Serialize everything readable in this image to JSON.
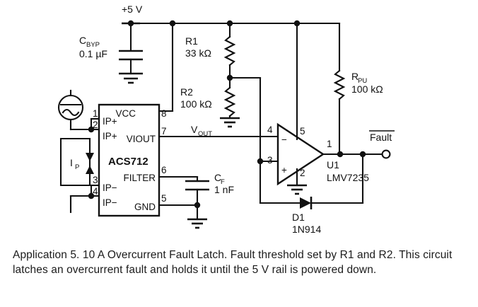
{
  "diagram": {
    "title_present": false,
    "supply": {
      "label": "+5 V"
    },
    "components": {
      "cbyp": {
        "ref": "C",
        "ref_sub": "BYP",
        "value": "0.1 µF"
      },
      "r1": {
        "ref": "R1",
        "value": "33 kΩ"
      },
      "r2": {
        "ref": "R2",
        "value": "100 kΩ"
      },
      "rpu": {
        "ref": "R",
        "ref_sub": "PU",
        "value": "100 kΩ"
      },
      "cf": {
        "ref": "C",
        "ref_sub": "F",
        "value": "1 nF"
      },
      "d1": {
        "ref": "D1",
        "value": "1N914"
      },
      "u1": {
        "ref": "U1",
        "value": "LMV7235"
      },
      "ic": {
        "name": "ACS712"
      },
      "ip": {
        "ref": "I",
        "ref_sub": "P"
      }
    },
    "ic_pins": [
      {
        "num": "1",
        "name": "IP+",
        "side": "left"
      },
      {
        "num": "2",
        "name": "IP+",
        "side": "left"
      },
      {
        "num": "3",
        "name": "IP−",
        "side": "left"
      },
      {
        "num": "4",
        "name": "IP−",
        "side": "left"
      },
      {
        "num": "5",
        "name": "GND",
        "side": "right"
      },
      {
        "num": "6",
        "name": "FILTER",
        "side": "right"
      },
      {
        "num": "7",
        "name": "VIOUT",
        "side": "right"
      },
      {
        "num": "8",
        "name": "VCC",
        "side": "right"
      }
    ],
    "opamp_pins": [
      {
        "num": "4",
        "role": "inverting-input"
      },
      {
        "num": "3",
        "role": "noninverting-input"
      },
      {
        "num": "5",
        "role": "supply-positive"
      },
      {
        "num": "2",
        "role": "supply-negative"
      },
      {
        "num": "1",
        "role": "output"
      }
    ],
    "nets": {
      "vout": {
        "label": "V",
        "label_sub": "OUT"
      },
      "fault": {
        "label": "Fault",
        "active_low": true
      }
    }
  },
  "caption": {
    "text": "Application 5. 10 A Overcurrent Fault Latch. Fault threshold set by R1 and R2. This circuit latches an overcurrent fault and holds it until the 5 V rail is powered down."
  },
  "colors": {
    "ink": "#111111",
    "background": "#ffffff"
  }
}
